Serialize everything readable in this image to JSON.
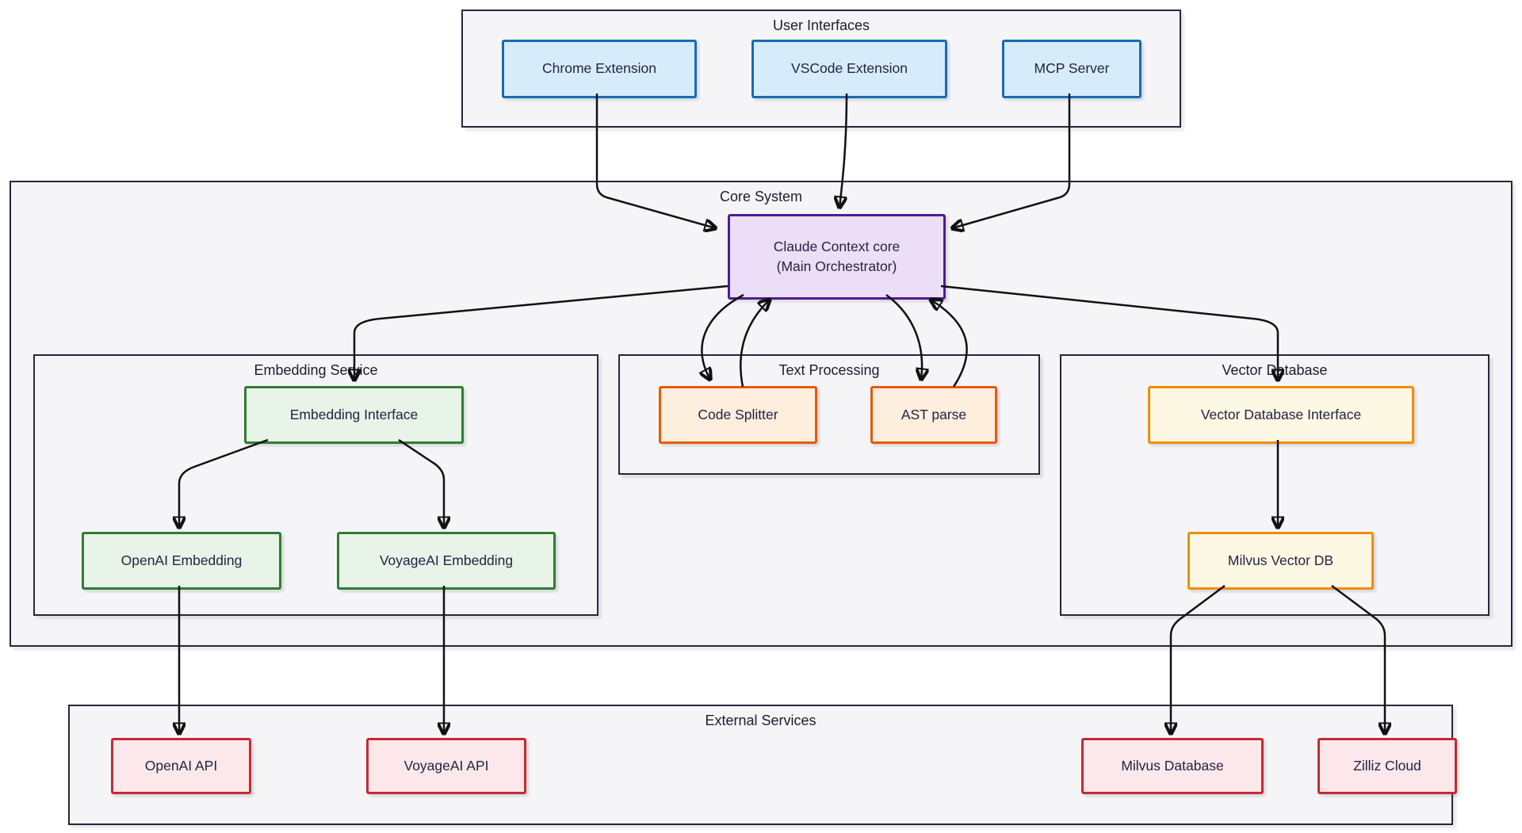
{
  "diagram": {
    "title_note": "Architecture diagram",
    "groups": {
      "user_interfaces": {
        "label": "User Interfaces"
      },
      "core_system": {
        "label": "Core System"
      },
      "embedding_service": {
        "label": "Embedding Service"
      },
      "text_processing": {
        "label": "Text Processing"
      },
      "vector_database": {
        "label": "Vector Database"
      },
      "external_services": {
        "label": "External Services"
      }
    },
    "nodes": {
      "chrome_extension": {
        "label": "Chrome Extension"
      },
      "vscode_extension": {
        "label": "VSCode Extension"
      },
      "mcp_server": {
        "label": "MCP Server"
      },
      "claude_core": {
        "line1": "Claude Context core",
        "line2": "(Main Orchestrator)"
      },
      "embedding_interface": {
        "label": "Embedding Interface"
      },
      "openai_embedding": {
        "label": "OpenAI Embedding"
      },
      "voyageai_embedding": {
        "label": "VoyageAI Embedding"
      },
      "code_splitter": {
        "label": "Code Splitter"
      },
      "ast_parse": {
        "label": "AST parse"
      },
      "vector_database_interface": {
        "label": "Vector Database Interface"
      },
      "milvus_vector_db": {
        "label": "Milvus Vector DB"
      },
      "openai_api": {
        "label": "OpenAI API"
      },
      "voyageai_api": {
        "label": "VoyageAI API"
      },
      "milvus_database": {
        "label": "Milvus Database"
      },
      "zilliz_cloud": {
        "label": "Zilliz Cloud"
      }
    },
    "edges": [
      {
        "from": "Chrome Extension",
        "to": "Claude Context core"
      },
      {
        "from": "VSCode Extension",
        "to": "Claude Context core"
      },
      {
        "from": "MCP Server",
        "to": "Claude Context core"
      },
      {
        "from": "Claude Context core",
        "to": "Embedding Interface"
      },
      {
        "from": "Claude Context core",
        "to": "Vector Database Interface"
      },
      {
        "from": "Claude Context core",
        "to": "Code Splitter"
      },
      {
        "from": "Code Splitter",
        "to": "Claude Context core"
      },
      {
        "from": "Claude Context core",
        "to": "AST parse"
      },
      {
        "from": "AST parse",
        "to": "Claude Context core"
      },
      {
        "from": "Embedding Interface",
        "to": "OpenAI Embedding"
      },
      {
        "from": "Embedding Interface",
        "to": "VoyageAI Embedding"
      },
      {
        "from": "OpenAI Embedding",
        "to": "OpenAI API"
      },
      {
        "from": "VoyageAI Embedding",
        "to": "VoyageAI API"
      },
      {
        "from": "Vector Database Interface",
        "to": "Milvus Vector DB"
      },
      {
        "from": "Milvus Vector DB",
        "to": "Milvus Database"
      },
      {
        "from": "Milvus Vector DB",
        "to": "Zilliz Cloud"
      }
    ],
    "colors": {
      "ui_node_fill": "#d6ecfb",
      "ui_node_border": "#176bb3",
      "core_node_fill": "#ecdef6",
      "core_node_border": "#4e1d93",
      "embedding_fill": "#e8f4e7",
      "embedding_border": "#2e7d32",
      "processing_fill": "#fdeedd",
      "processing_border": "#e8590c",
      "vector_fill": "#fdf8e3",
      "vector_border": "#f08c00",
      "external_fill": "#fce8eb",
      "external_border": "#c62a33",
      "container_fill": "#f5f5f8",
      "container_border": "#26263e",
      "edge": "#111111",
      "text": "#232343"
    }
  }
}
